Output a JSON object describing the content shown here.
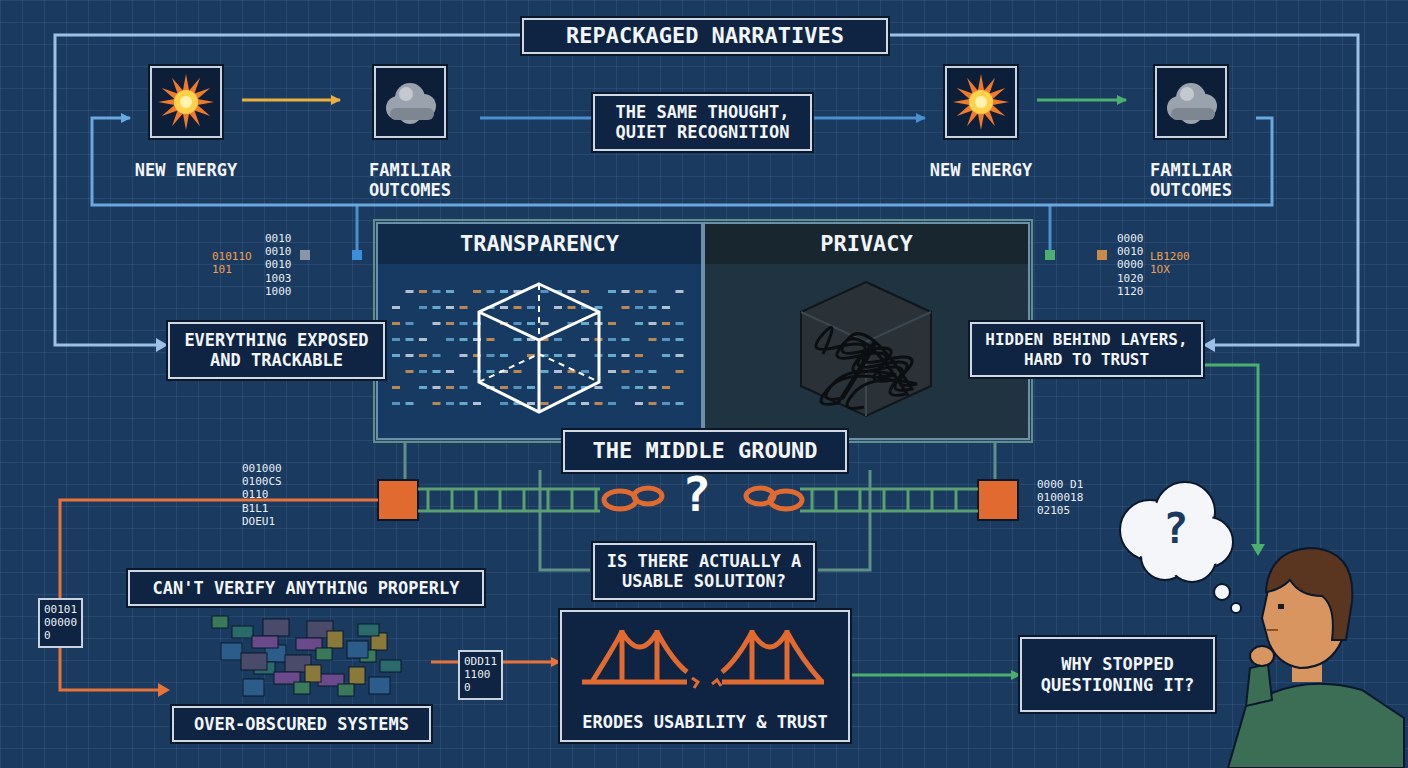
{
  "diagram": {
    "title": "REPACKAGED NARRATIVES",
    "nodes": [
      {
        "text": [
          "NEW ENERGY"
        ]
      },
      {
        "text": [
          "FAMILIAR OUTCOMES"
        ]
      },
      {
        "text": [
          "THE SAME THOUGHT, QUIET RECOGNITION"
        ]
      },
      {
        "text": [
          "NEW ENERGY"
        ]
      },
      {
        "text": [
          "FAMILIAR OUTCOMES"
        ]
      },
      {
        "text": [
          "TRANSPARENCY"
        ]
      },
      {
        "text": [
          "PRIVACY"
        ]
      },
      {
        "text": [
          "EVERYTHING EXPOSED AND TRACKABLE"
        ]
      },
      {
        "text": [
          "HIDDEN BEHIND LAYERS, HARD TO TRUST"
        ]
      },
      {
        "text": [
          "THE MIDDLE GROUND"
        ]
      },
      {
        "text": [
          "IS THERE ACTUALLY A USABLE SOLUTION?"
        ]
      },
      {
        "text": [
          "CAN'T VERIFY ANYTHING PROPERLY"
        ]
      },
      {
        "text": [
          "OVER-OBSCURED SYSTEMS"
        ]
      },
      {
        "text": [
          "ERODES USABILITY & TRUST"
        ]
      },
      {
        "text": [
          "WHY STOPPED QUESTIONING IT?"
        ]
      }
    ],
    "edges": [
      {
        "from": 0,
        "to": 1,
        "arrow": "to"
      },
      {
        "from": 1,
        "to": 2,
        "arrow": "none"
      },
      {
        "from": 2,
        "to": 3,
        "arrow": "to"
      },
      {
        "from": 3,
        "to": 4,
        "arrow": "to"
      },
      {
        "from": 4,
        "to": 0,
        "arrow": "to"
      },
      {
        "from": 12,
        "to": 13,
        "arrow": "to"
      },
      {
        "from": 13,
        "to": 14,
        "arrow": "to"
      }
    ],
    "labels": [
      "0010 0010 0010 1003 1000",
      "01011O 101",
      "0000 0010 0000 1020 1120",
      "LB1200 1OX",
      "001000 0100CS 0110 B1L1 DOEU1",
      "0000 D1 0100018 02105",
      "00101 00000 0",
      "0DD11 1100 0",
      "?",
      "?"
    ]
  }
}
